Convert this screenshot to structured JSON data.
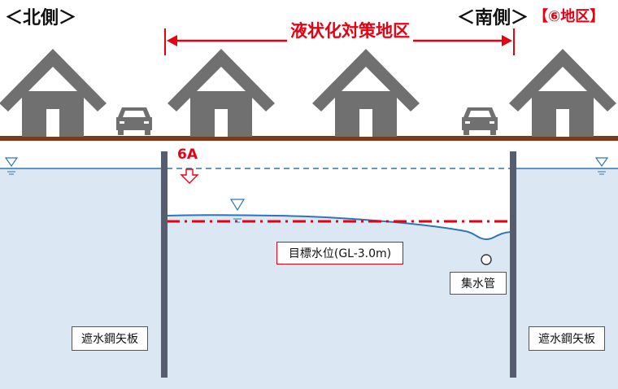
{
  "labels": {
    "north": "＜北側＞",
    "south": "＜南側＞",
    "zone_tag": "【⑥地区】",
    "countermeasure_area": "液状化対策地区",
    "step": "6A",
    "target_level": "目標水位(GL-3.0m)",
    "collector_pipe": "集水管",
    "sheet_pile_left": "遮水鋼矢板",
    "sheet_pile_right": "遮水鋼矢板"
  },
  "colors": {
    "ground": "#7b3b1e",
    "house": "#707070",
    "water": "#dbe7f3",
    "water_line": "#2e75b6",
    "accent_red": "#e60012",
    "pile": "#565d6e"
  },
  "icons": [
    "house-icon",
    "car-icon",
    "water-level-triangle-icon",
    "down-arrow-icon"
  ]
}
